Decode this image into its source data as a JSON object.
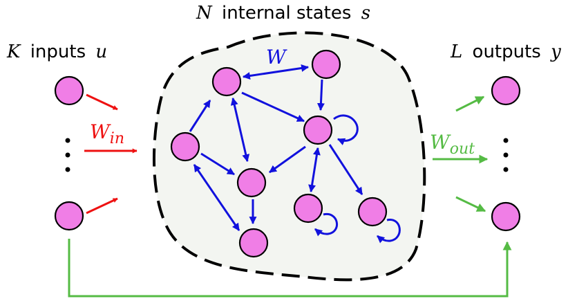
{
  "labels": {
    "title_var": "N",
    "title_text": "internal states",
    "title_sym": "s",
    "inputs_var": "K",
    "inputs_text": "inputs",
    "inputs_sym": "u",
    "outputs_var": "L",
    "outputs_text": "outputs",
    "outputs_sym": "y",
    "w": "W",
    "w_in_base": "W",
    "w_in_sub": "in",
    "w_out_base": "W",
    "w_out_sub": "out"
  },
  "colors": {
    "node_fill": "#f07ee6",
    "node_stroke": "#000000",
    "input_arrow": "#ee1111",
    "output_arrow": "#55bb44",
    "internal_arrow": "#1111dd",
    "reservoir_fill": "#f3f5f1",
    "reservoir_stroke": "#000000",
    "text": "#000000"
  },
  "icons": {
    "input_ellipsis": "vertical-ellipsis-icon",
    "output_ellipsis": "vertical-ellipsis-icon"
  }
}
